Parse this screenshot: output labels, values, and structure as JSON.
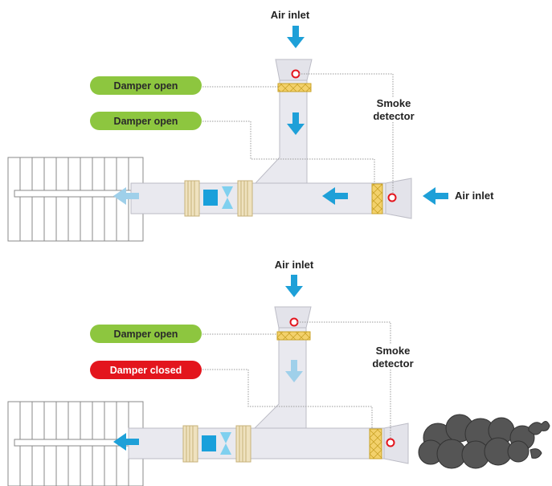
{
  "colors": {
    "duct_fill": "#e9e9ef",
    "duct_stroke": "#bcbcc6",
    "arrow_blue": "#1ea0d8",
    "arrow_faded": "#9fd0ea",
    "damper_yellow": "#f3d16b",
    "pill_green": "#8dc63f",
    "pill_red": "#e3151d",
    "detector_red": "#e3151d",
    "leader_gray": "#9a9a9a",
    "fan_blue": "#19a0db",
    "smoke": "#555555"
  },
  "icons": [
    "arrow-down-icon",
    "arrow-left-icon",
    "smoke-detector-icon",
    "fan-icon",
    "damper-icon",
    "smoke-cloud-icon",
    "grille-icon"
  ],
  "top": {
    "air_inlet_top": "Air inlet",
    "air_inlet_right": "Air inlet",
    "damper_upper": "Damper open",
    "damper_lower": "Damper open",
    "smoke_detector_line1": "Smoke",
    "smoke_detector_line2": "detector"
  },
  "bottom": {
    "air_inlet_top": "Air inlet",
    "damper_upper": "Damper open",
    "damper_lower": "Damper closed",
    "smoke_detector_line1": "Smoke",
    "smoke_detector_line2": "detector"
  }
}
